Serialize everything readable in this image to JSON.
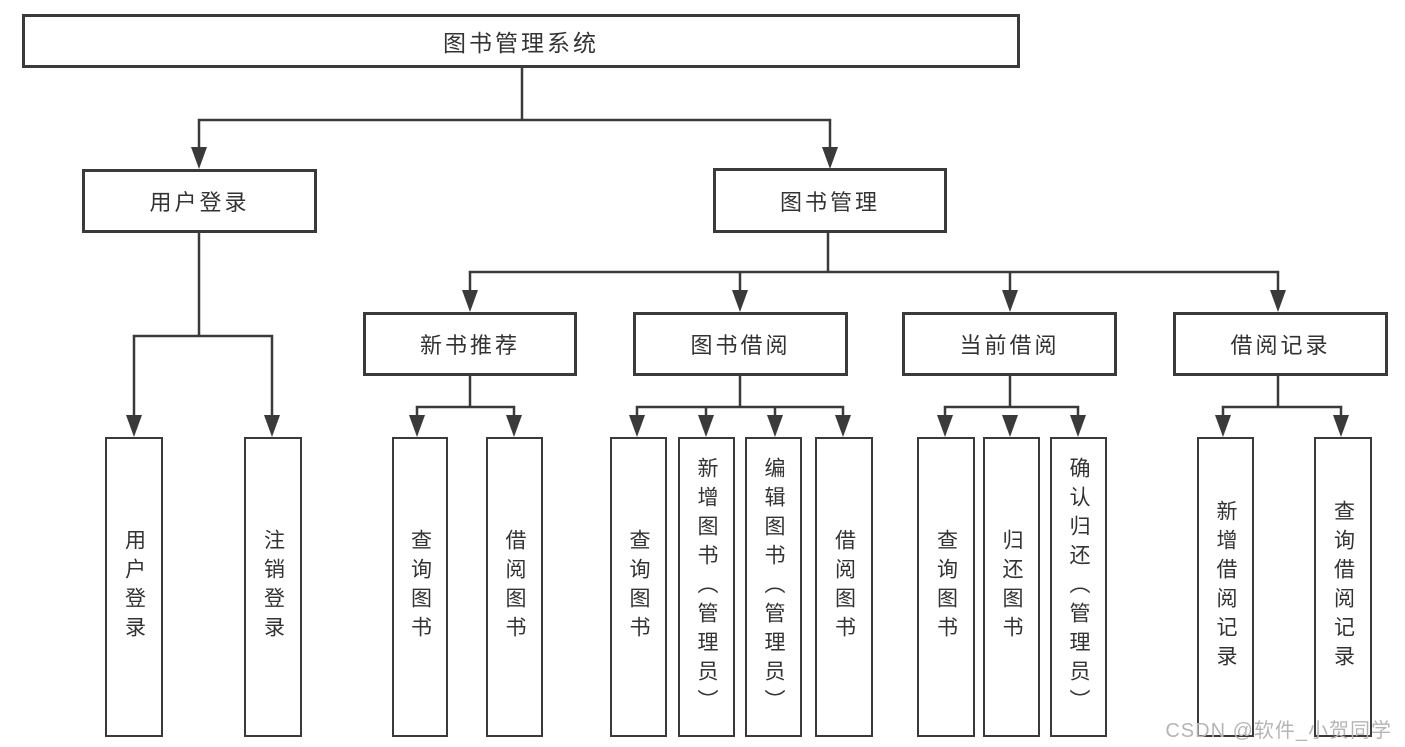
{
  "diagram": {
    "root": {
      "label": "图书管理系统"
    },
    "branches": [
      {
        "label": "用户登录",
        "children": [
          {
            "label": "用户登录"
          },
          {
            "label": "注销登录"
          }
        ]
      },
      {
        "label": "图书管理",
        "children": [
          {
            "label": "新书推荐",
            "children": [
              {
                "label": "查询图书"
              },
              {
                "label": "借阅图书"
              }
            ]
          },
          {
            "label": "图书借阅",
            "children": [
              {
                "label": "查询图书"
              },
              {
                "label": "新增图书（管理员）"
              },
              {
                "label": "编辑图书（管理员）"
              },
              {
                "label": "借阅图书"
              }
            ]
          },
          {
            "label": "当前借阅",
            "children": [
              {
                "label": "查询图书"
              },
              {
                "label": "归还图书"
              },
              {
                "label": "确认归还（管理员）"
              }
            ]
          },
          {
            "label": "借阅记录",
            "children": [
              {
                "label": "新增借阅记录"
              },
              {
                "label": "查询借阅记录"
              }
            ]
          }
        ]
      }
    ]
  },
  "watermark": {
    "text": "CSDN @软件_小贺同学"
  },
  "colors": {
    "line": "#3a3a3a",
    "text": "#333333",
    "box_bg": "#ffffff",
    "watermark": "#b5b5b5",
    "page_bg": "#ffffff"
  }
}
